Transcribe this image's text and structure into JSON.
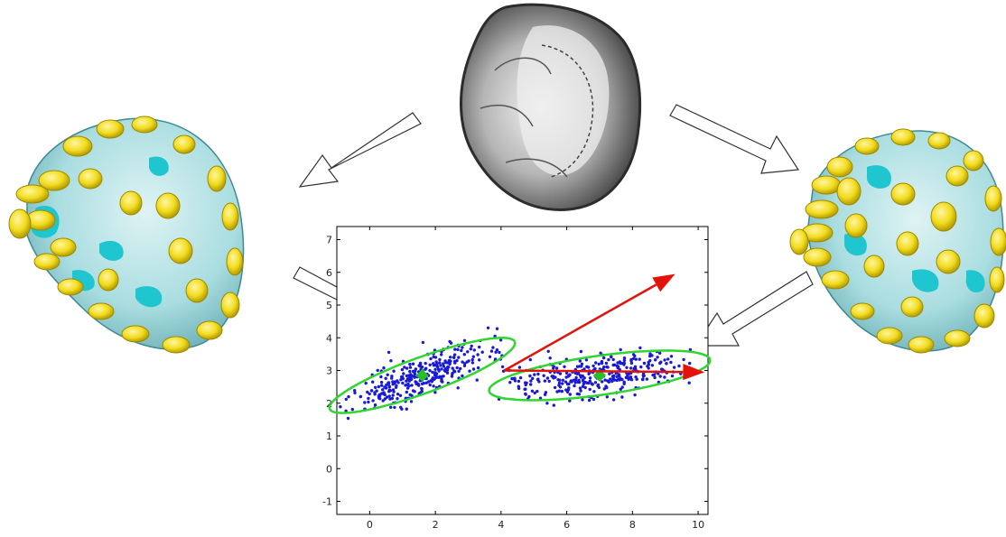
{
  "colors": {
    "surface": "#a9dde0",
    "surface_shade": "#6fb6bd",
    "cyan_patch": "#1fc6cf",
    "disc": "#f2dc1e",
    "disc_edge": "#9e8a00",
    "dots": "#1a1ad6",
    "ellipse": "#2ed62e",
    "centroid": "#27c027",
    "arrow_red": "#e3120b",
    "outline_arrow_fill": "#ffffff",
    "outline_arrow_stroke": "#333333"
  },
  "icons": {
    "top": "grayscale-heart-mesh-icon",
    "left": "left-heart-shape-model-icon",
    "right": "right-heart-shape-model-icon"
  },
  "chart_data": {
    "type": "scatter",
    "title": "",
    "xlabel": "",
    "ylabel": "",
    "xlim": [
      -1,
      10.3
    ],
    "ylim": [
      -1.4,
      7.4
    ],
    "xticks": [
      0,
      2,
      4,
      6,
      8,
      10
    ],
    "yticks": [
      -1,
      0,
      1,
      2,
      3,
      4,
      5,
      6,
      7
    ],
    "xtick_labels": [
      "0",
      "2",
      "4",
      "6",
      "8",
      "10"
    ],
    "ytick_labels": [
      "-1",
      "0",
      "1",
      "2",
      "3",
      "4",
      "5",
      "6",
      "7"
    ],
    "grid": false,
    "series": [
      {
        "cluster": 1,
        "center": [
          1.6,
          2.85
        ],
        "approx_count": 330,
        "x_range": [
          -0.9,
          4.3
        ],
        "y_range": [
          1.4,
          4.5
        ]
      },
      {
        "cluster": 2,
        "center": [
          7.0,
          2.85
        ],
        "approx_count": 330,
        "x_range": [
          3.9,
          10.0
        ],
        "y_range": [
          1.9,
          4.0
        ]
      }
    ],
    "ellipses": [
      {
        "center": [
          1.6,
          2.85
        ],
        "semi_axis_major": 3.0,
        "semi_axis_minor": 0.55,
        "angle_deg": 20
      },
      {
        "center": [
          7.0,
          2.85
        ],
        "semi_axis_major": 3.4,
        "semi_axis_minor": 0.6,
        "angle_deg": 8
      }
    ],
    "centroids": [
      [
        1.6,
        2.85
      ],
      [
        7.0,
        2.85
      ]
    ],
    "vectors": [
      {
        "from": [
          4.1,
          3.0
        ],
        "to": [
          9.3,
          5.95
        ]
      },
      {
        "from": [
          4.1,
          3.0
        ],
        "to": [
          10.2,
          2.95
        ]
      }
    ]
  }
}
